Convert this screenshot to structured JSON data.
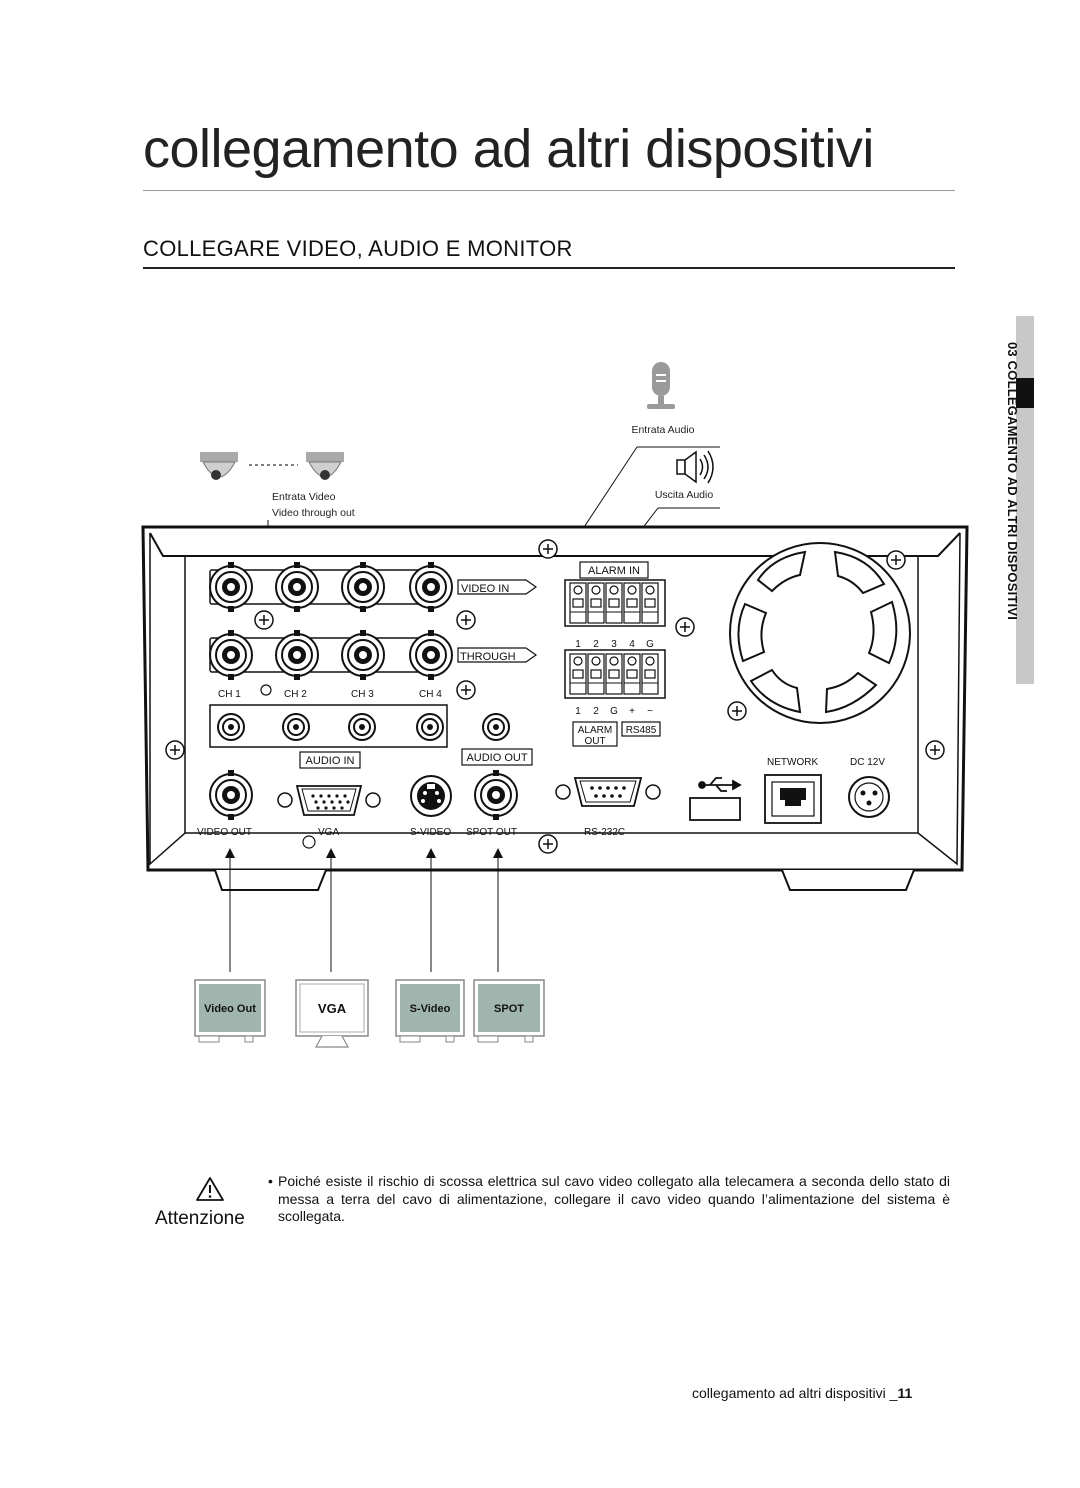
{
  "header": {
    "title": "collegamento ad altri dispositivi",
    "section_title": "COLLEGARE VIDEO, AUDIO E MONITOR"
  },
  "side_tab": {
    "label": "03 COLLEGAMENTO AD ALTRI DISPOSITIVI"
  },
  "diagram": {
    "external_labels": {
      "audio_in_device": "Entrata Audio",
      "audio_out_device": "Uscita Audio",
      "video_in_device": "Entrata Video",
      "video_through": "Video through out"
    },
    "panel_labels": {
      "video_in": "VIDEO IN",
      "through": "THROUGH",
      "ch1": "CH 1",
      "ch2": "CH 2",
      "ch3": "CH 3",
      "ch4": "CH 4",
      "audio_in": "AUDIO IN",
      "audio_out": "AUDIO OUT",
      "alarm_in": "ALARM IN",
      "alarm_in_terminals": [
        "1",
        "2",
        "3",
        "4",
        "G"
      ],
      "alarm_out_terminals": [
        "1",
        "2",
        "G",
        "+",
        "−"
      ],
      "alarm_out": "ALARM",
      "alarm_out_line2": "OUT",
      "rs485": "RS485",
      "network": "NETWORK",
      "dc12v": "DC 12V",
      "video_out": "VIDEO OUT",
      "vga": "VGA",
      "s_video": "S-VIDEO",
      "spot_out": "SPOT OUT",
      "rs232c": "RS-232C"
    },
    "monitors": [
      {
        "label": "Video Out",
        "color": "#9fb5ae"
      },
      {
        "label": "VGA",
        "color": "#ffffff"
      },
      {
        "label": "S-Video",
        "color": "#9fb5ae"
      },
      {
        "label": "SPOT",
        "color": "#9fb5ae"
      }
    ]
  },
  "caution": {
    "label": "Attenzione",
    "bullet": "•",
    "text": "Poiché esiste il rischio di scossa elettrica sul cavo video collegato alla telecamera a seconda dello stato di messa a terra del cavo di alimentazione, collegare il cavo video quando l’alimentazione del sistema è scollegata."
  },
  "footer": {
    "text": "collegamento ad altri dispositivi _",
    "page_number": "11"
  }
}
